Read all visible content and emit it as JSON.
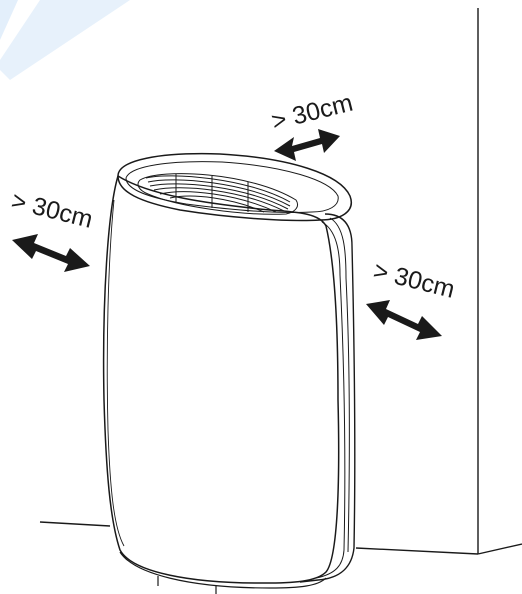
{
  "clearance": {
    "top": {
      "label": "> 30cm"
    },
    "left": {
      "label": "> 30cm"
    },
    "right": {
      "label": "> 30cm"
    }
  },
  "colors": {
    "line": "#1a1a1a",
    "watermark": "#dcecfb"
  },
  "icons": {
    "appliance": "dehumidifier-icon",
    "arrows": "double-arrow-icon"
  }
}
